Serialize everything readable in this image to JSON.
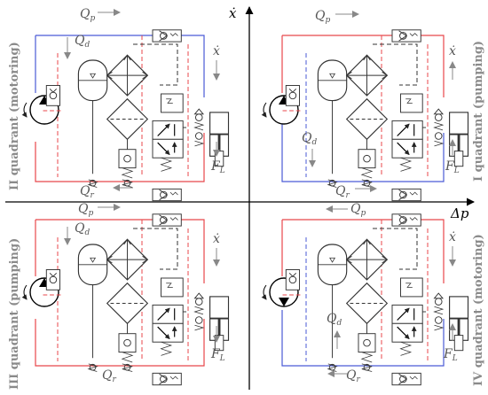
{
  "axes": {
    "x_label": "Δp",
    "y_label": "ẋ"
  },
  "quadrants": [
    {
      "id": "q2",
      "label": "II quadrant (motoring)",
      "top_flow": "Q",
      "top_sub": "p",
      "bottom_flow": "Q",
      "bottom_sub": "r",
      "accum_flow": "Q",
      "accum_sub": "d",
      "velocity": "ẋ",
      "force": "F",
      "force_sub": "L"
    },
    {
      "id": "q1",
      "label": "I quadrant (pumping)",
      "top_flow": "Q",
      "top_sub": "p",
      "bottom_flow": "Q",
      "bottom_sub": "r",
      "accum_flow": "Q",
      "accum_sub": "d",
      "velocity": "ẋ",
      "force": "F",
      "force_sub": "L"
    },
    {
      "id": "q3",
      "label": "III quadrant (pumping)",
      "top_flow": "Q",
      "top_sub": "p",
      "bottom_flow": "Q",
      "bottom_sub": "r",
      "accum_flow": "Q",
      "accum_sub": "d",
      "velocity": "ẋ",
      "force": "F",
      "force_sub": "L"
    },
    {
      "id": "q4",
      "label": "IV quadrant (motoring)",
      "top_flow": "Q",
      "top_sub": "p",
      "bottom_flow": "Q",
      "bottom_sub": "r",
      "accum_flow": "Q",
      "accum_sub": "d",
      "velocity": "ẋ",
      "force": "F",
      "force_sub": "L"
    }
  ],
  "colors": {
    "pressure_line": "#e8474b",
    "return_line": "#4a5ad6",
    "component": "#333333",
    "label": "#555555",
    "quadrant_label": "#8a8a8a"
  }
}
